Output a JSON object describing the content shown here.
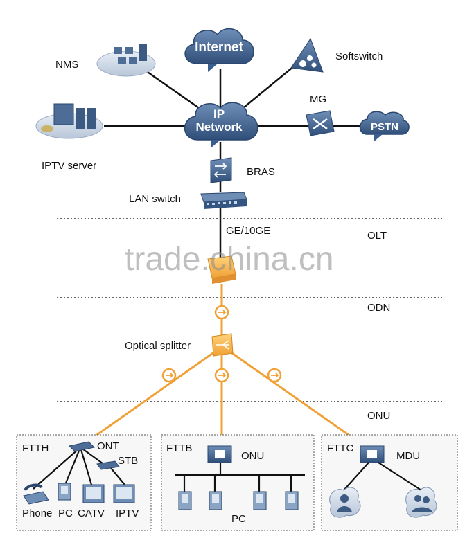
{
  "watermark": "trade.china.cn",
  "clouds": {
    "internet": "Internet",
    "ip_line1": "IP",
    "ip_line2": "Network",
    "pstn": "PSTN"
  },
  "labels": {
    "nms": "NMS",
    "softswitch": "Softswitch",
    "mg": "MG",
    "iptv_server": "IPTV server",
    "bras": "BRAS",
    "lan_switch": "LAN switch",
    "ge": "GE/10GE",
    "olt": "OLT",
    "odn": "ODN",
    "optical_splitter": "Optical splitter",
    "onu_section": "ONU"
  },
  "boxes": {
    "ftth": {
      "title": "FTTH",
      "ont": "ONT",
      "stb": "STB",
      "devices": [
        "Phone",
        "PC",
        "CATV",
        "IPTV"
      ]
    },
    "fttb": {
      "title": "FTTB",
      "onu": "ONU",
      "pc": "PC"
    },
    "fttc": {
      "title": "FTTC",
      "mdu": "MDU"
    }
  },
  "colors": {
    "network_blue": "#3a5f8f",
    "cloud_blue": "#4a6f9c",
    "fiber_orange": "#f0a035",
    "line_black": "#111111",
    "box_fill": "#f7f7f7"
  }
}
